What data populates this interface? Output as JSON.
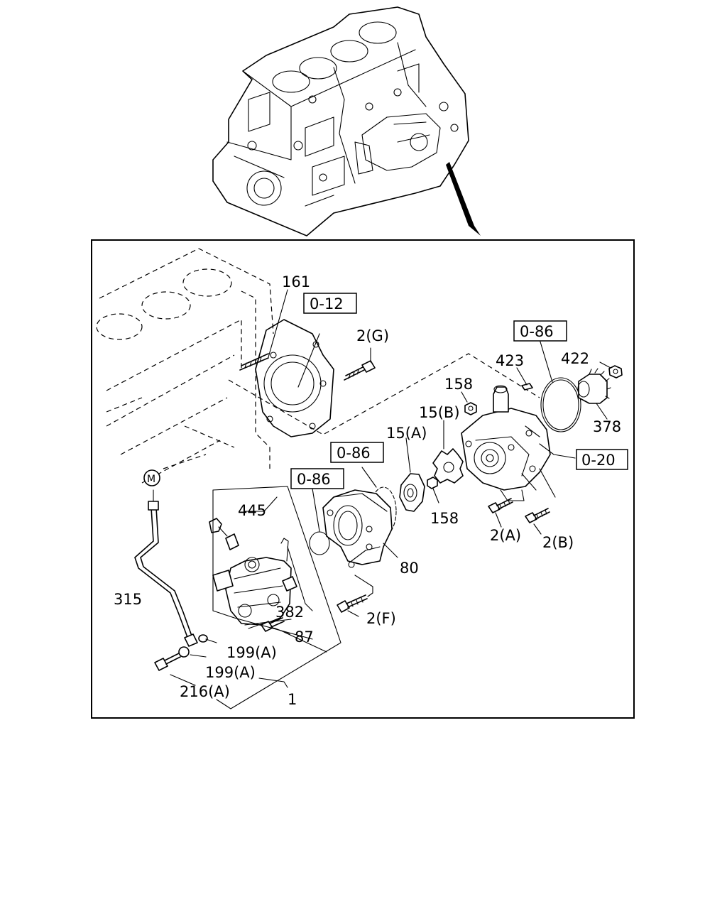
{
  "callouts": {
    "l161": "161",
    "l0_12": "0-12",
    "l2g": "2(G)",
    "l423": "423",
    "l0_86a": "0-86",
    "l422": "422",
    "l158a": "158",
    "l15b": "15(B)",
    "l378": "378",
    "l15a": "15(A)",
    "l0_86b": "0-86",
    "l0_20": "0-20",
    "l0_86c": "0-86",
    "l445": "445",
    "lM": "M",
    "l158b": "158",
    "l2a": "2(A)",
    "l2b": "2(B)",
    "l80": "80",
    "l315": "315",
    "l382": "382",
    "l2f": "2(F)",
    "l87": "87",
    "l199a1": "199(A)",
    "l199a2": "199(A)",
    "l216a": "216(A)",
    "l1": "1"
  }
}
